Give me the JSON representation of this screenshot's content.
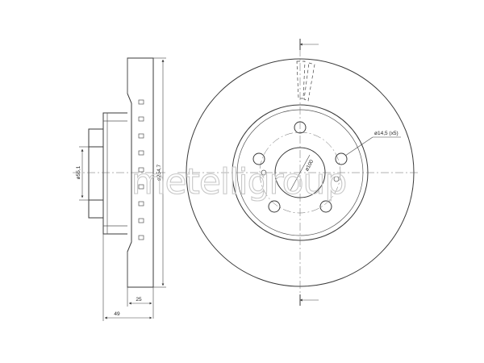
{
  "dimensions": {
    "bore_diameter": "ø55,1",
    "outer_diameter": "ø254,7",
    "thickness": "25",
    "overall_height": "49",
    "hole_diameter": "ø14,5 (x5)",
    "pitch_circle": "ø100"
  },
  "watermark": {
    "text": "metelligroup"
  },
  "colors": {
    "line": "#3a3a3a",
    "watermark": "#c8c8c8"
  }
}
